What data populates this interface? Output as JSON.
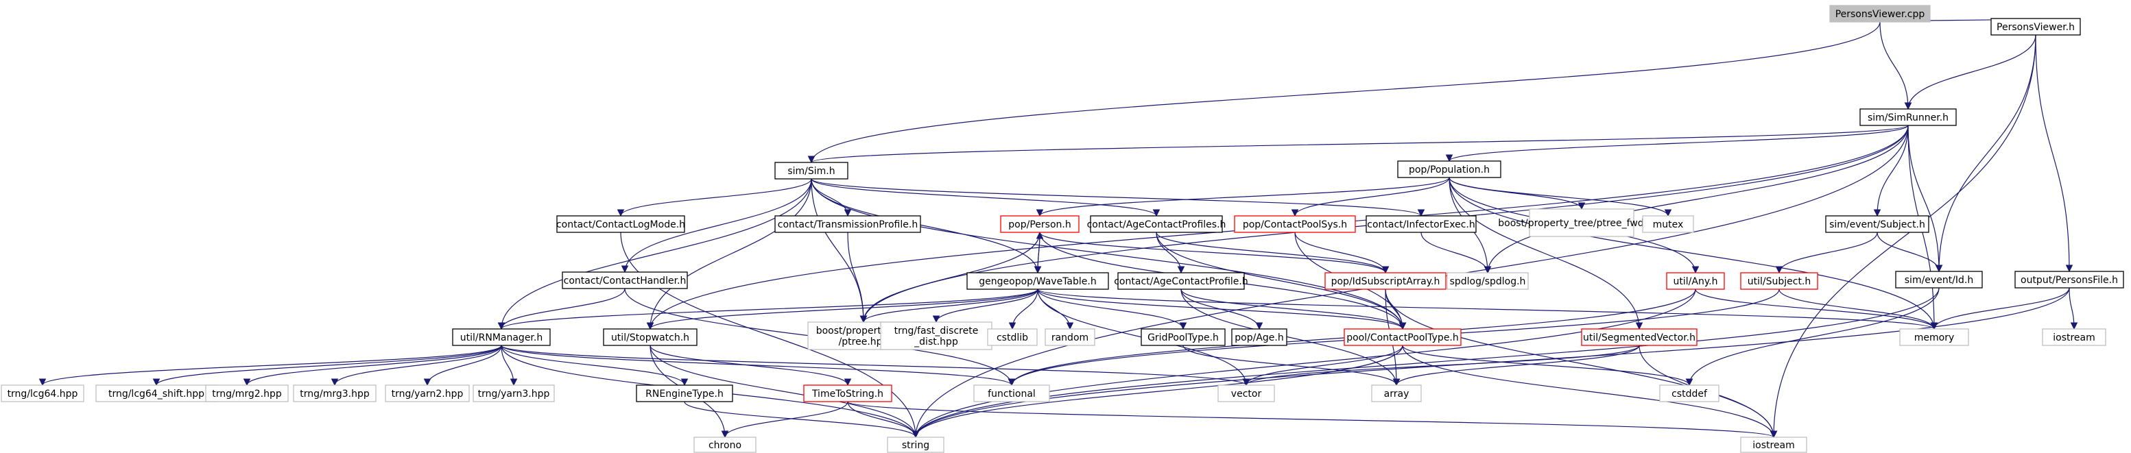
{
  "colors": {
    "edge": "#191970",
    "edge_dark": "#000080",
    "node_border_black": "#000000",
    "node_border_red": "#ff0000",
    "node_border_grey": "#bfbfbf",
    "root_fill": "#bfbfbf",
    "node_fill": "#ffffff"
  },
  "nodes": [
    {
      "id": "root",
      "label": "PersonsViewer.cpp",
      "style": "root"
    },
    {
      "id": "pviewer_h",
      "label": "PersonsViewer.h",
      "style": "black"
    },
    {
      "id": "simrunner",
      "label": "sim/SimRunner.h",
      "style": "black"
    },
    {
      "id": "sim",
      "label": "sim/Sim.h",
      "style": "black"
    },
    {
      "id": "pop_population",
      "label": "pop/Population.h",
      "style": "black"
    },
    {
      "id": "event_subject",
      "label": "sim/event/Subject.h",
      "style": "black"
    },
    {
      "id": "event_id",
      "label": "sim/event/Id.h",
      "style": "black"
    },
    {
      "id": "output_personsfile",
      "label": "output/PersonsFile.h",
      "style": "black"
    },
    {
      "id": "contactlogmode",
      "label": "contact/ContactLogMode.h",
      "style": "black"
    },
    {
      "id": "transmissionprofile",
      "label": "contact/TransmissionProfile.h",
      "style": "black"
    },
    {
      "id": "pop_person",
      "label": "pop/Person.h",
      "style": "red"
    },
    {
      "id": "agecontactprofiles",
      "label": "contact/AgeContactProfiles.h",
      "style": "black"
    },
    {
      "id": "contactpoolsys",
      "label": "pop/ContactPoolSys.h",
      "style": "red"
    },
    {
      "id": "infectorexec",
      "label": "contact/InfectorExec.h",
      "style": "black"
    },
    {
      "id": "propertytree_fwd",
      "label": "boost/property_tree/ptree_fwd.hpp",
      "style": "grey"
    },
    {
      "id": "mutex",
      "label": "mutex",
      "style": "grey"
    },
    {
      "id": "contacthandler",
      "label": "contact/ContactHandler.h",
      "style": "black"
    },
    {
      "id": "geogridtable",
      "label": "gengeopop/WaveTable.h",
      "style": "black"
    },
    {
      "id": "agecontactprofile",
      "label": "contact/AgeContactProfile.h",
      "style": "black"
    },
    {
      "id": "idsubscriptarray",
      "label": "pop/IdSubscriptArray.h",
      "style": "red"
    },
    {
      "id": "spdlog",
      "label": "spdlog/spdlog.h",
      "style": "grey"
    },
    {
      "id": "util_any",
      "label": "util/Any.h",
      "style": "red"
    },
    {
      "id": "util_subject",
      "label": "util/Subject.h",
      "style": "red"
    },
    {
      "id": "rnmanager",
      "label": "util/RNManager.h",
      "style": "black"
    },
    {
      "id": "stopwatch",
      "label": "util/Stopwatch.h",
      "style": "black"
    },
    {
      "id": "ptree",
      "label": "boost/property_tree\n/ptree.hpp",
      "style": "grey"
    },
    {
      "id": "fast_discrete",
      "label": "trng/fast_discrete\n_dist.hpp",
      "style": "grey"
    },
    {
      "id": "cstdlib",
      "label": "cstdlib",
      "style": "grey"
    },
    {
      "id": "random",
      "label": "random",
      "style": "grey"
    },
    {
      "id": "contactpooltype_id",
      "label": "GridPoolType.h",
      "style": "black"
    },
    {
      "id": "pop_age",
      "label": "pop/Age.h",
      "style": "black"
    },
    {
      "id": "contactpooltype",
      "label": "pool/ContactPoolType.h",
      "style": "red"
    },
    {
      "id": "segmentedvector",
      "label": "util/SegmentedVector.h",
      "style": "red"
    },
    {
      "id": "memory",
      "label": "memory",
      "style": "grey"
    },
    {
      "id": "iostream_h",
      "label": "iostream",
      "style": "grey"
    },
    {
      "id": "lcg64",
      "label": "trng/lcg64.hpp",
      "style": "grey"
    },
    {
      "id": "lcg64_shift",
      "label": "trng/lcg64_shift.hpp",
      "style": "grey"
    },
    {
      "id": "mrg2",
      "label": "trng/mrg2.hpp",
      "style": "grey"
    },
    {
      "id": "mrg3",
      "label": "trng/mrg3.hpp",
      "style": "grey"
    },
    {
      "id": "yarn2",
      "label": "trng/yarn2.hpp",
      "style": "grey"
    },
    {
      "id": "yarn3",
      "label": "trng/yarn3.hpp",
      "style": "grey"
    },
    {
      "id": "rnenginetype",
      "label": "RNEngineType.h",
      "style": "black"
    },
    {
      "id": "timetostring",
      "label": "TimeToString.h",
      "style": "red"
    },
    {
      "id": "functional",
      "label": "functional",
      "style": "grey"
    },
    {
      "id": "vector",
      "label": "vector",
      "style": "grey"
    },
    {
      "id": "array",
      "label": "array",
      "style": "grey"
    },
    {
      "id": "cstddef",
      "label": "cstddef",
      "style": "grey"
    },
    {
      "id": "chrono",
      "label": "chrono",
      "style": "grey"
    },
    {
      "id": "string",
      "label": "string",
      "style": "grey"
    },
    {
      "id": "iostream",
      "label": "iostream",
      "style": "grey"
    }
  ],
  "edges": [
    [
      "root",
      "pviewer_h"
    ],
    [
      "root",
      "simrunner"
    ],
    [
      "root",
      "sim"
    ],
    [
      "pviewer_h",
      "simrunner"
    ],
    [
      "pviewer_h",
      "event_id"
    ],
    [
      "pviewer_h",
      "output_personsfile"
    ],
    [
      "pviewer_h",
      "iostream"
    ],
    [
      "simrunner",
      "sim"
    ],
    [
      "simrunner",
      "pop_population"
    ],
    [
      "simrunner",
      "event_subject"
    ],
    [
      "simrunner",
      "event_id"
    ],
    [
      "simrunner",
      "ptree"
    ],
    [
      "simrunner",
      "spdlog"
    ],
    [
      "simrunner",
      "memory"
    ],
    [
      "simrunner",
      "string"
    ],
    [
      "simrunner",
      "stopwatch"
    ],
    [
      "sim",
      "contactlogmode"
    ],
    [
      "sim",
      "transmissionprofile"
    ],
    [
      "sim",
      "agecontactprofiles"
    ],
    [
      "sim",
      "infectorexec"
    ],
    [
      "sim",
      "contacthandler"
    ],
    [
      "sim",
      "geogridtable"
    ],
    [
      "sim",
      "rnmanager"
    ],
    [
      "sim",
      "ptree"
    ],
    [
      "sim",
      "stopwatch"
    ],
    [
      "sim",
      "contactpooltype"
    ],
    [
      "pop_population",
      "pop_person"
    ],
    [
      "pop_population",
      "contactpoolsys"
    ],
    [
      "pop_population",
      "propertytree_fwd"
    ],
    [
      "pop_population",
      "mutex"
    ],
    [
      "pop_population",
      "spdlog"
    ],
    [
      "pop_population",
      "util_any"
    ],
    [
      "pop_population",
      "segmentedvector"
    ],
    [
      "pop_population",
      "memory"
    ],
    [
      "event_subject",
      "event_id"
    ],
    [
      "event_subject",
      "util_subject"
    ],
    [
      "event_id",
      "cstddef"
    ],
    [
      "event_id",
      "string"
    ],
    [
      "output_personsfile",
      "memory"
    ],
    [
      "output_personsfile",
      "string"
    ],
    [
      "output_personsfile",
      "iostream_h"
    ],
    [
      "contactlogmode",
      "string"
    ],
    [
      "transmissionprofile",
      "ptree"
    ],
    [
      "pop_person",
      "geogridtable"
    ],
    [
      "pop_person",
      "idsubscriptarray"
    ],
    [
      "pop_person",
      "contactpooltype"
    ],
    [
      "pop_person",
      "ptree"
    ],
    [
      "agecontactprofiles",
      "agecontactprofile"
    ],
    [
      "agecontactprofiles",
      "idsubscriptarray"
    ],
    [
      "agecontactprofiles",
      "contactpooltype"
    ],
    [
      "contactpoolsys",
      "idsubscriptarray"
    ],
    [
      "contactpoolsys",
      "contactpooltype"
    ],
    [
      "infectorexec",
      "spdlog"
    ],
    [
      "contacthandler",
      "rnmanager"
    ],
    [
      "contacthandler",
      "functional"
    ],
    [
      "geogridtable",
      "pop_person"
    ],
    [
      "geogridtable",
      "rnmanager"
    ],
    [
      "geogridtable",
      "stopwatch"
    ],
    [
      "geogridtable",
      "ptree"
    ],
    [
      "geogridtable",
      "fast_discrete"
    ],
    [
      "geogridtable",
      "cstdlib"
    ],
    [
      "geogridtable",
      "random"
    ],
    [
      "geogridtable",
      "contactpooltype_id"
    ],
    [
      "geogridtable",
      "contactpooltype"
    ],
    [
      "geogridtable",
      "vector"
    ],
    [
      "geogridtable",
      "memory"
    ],
    [
      "agecontactprofile",
      "pop_age"
    ],
    [
      "agecontactprofile",
      "contactpooltype"
    ],
    [
      "agecontactprofile",
      "array"
    ],
    [
      "idsubscriptarray",
      "contactpooltype"
    ],
    [
      "idsubscriptarray",
      "array"
    ],
    [
      "idsubscriptarray",
      "iostream"
    ],
    [
      "util_any",
      "memory"
    ],
    [
      "util_any",
      "functional"
    ],
    [
      "util_any",
      "string"
    ],
    [
      "util_subject",
      "memory"
    ],
    [
      "util_subject",
      "functional"
    ],
    [
      "rnmanager",
      "lcg64"
    ],
    [
      "rnmanager",
      "lcg64_shift"
    ],
    [
      "rnmanager",
      "mrg2"
    ],
    [
      "rnmanager",
      "mrg3"
    ],
    [
      "rnmanager",
      "yarn2"
    ],
    [
      "rnmanager",
      "yarn3"
    ],
    [
      "rnmanager",
      "rnenginetype"
    ],
    [
      "rnmanager",
      "functional"
    ],
    [
      "rnmanager",
      "vector"
    ],
    [
      "rnmanager",
      "string"
    ],
    [
      "stopwatch",
      "timetostring"
    ],
    [
      "stopwatch",
      "chrono"
    ],
    [
      "stopwatch",
      "string"
    ],
    [
      "contactpooltype_id",
      "array"
    ],
    [
      "contactpooltype",
      "vector"
    ],
    [
      "contactpooltype",
      "cstddef"
    ],
    [
      "contactpooltype",
      "string"
    ],
    [
      "contactpooltype",
      "iostream"
    ],
    [
      "segmentedvector",
      "array"
    ],
    [
      "segmentedvector",
      "iostream"
    ],
    [
      "segmentedvector",
      "vector"
    ],
    [
      "rnenginetype",
      "string"
    ],
    [
      "timetostring",
      "chrono"
    ],
    [
      "timetostring",
      "string"
    ],
    [
      "timetostring",
      "iostream"
    ]
  ]
}
